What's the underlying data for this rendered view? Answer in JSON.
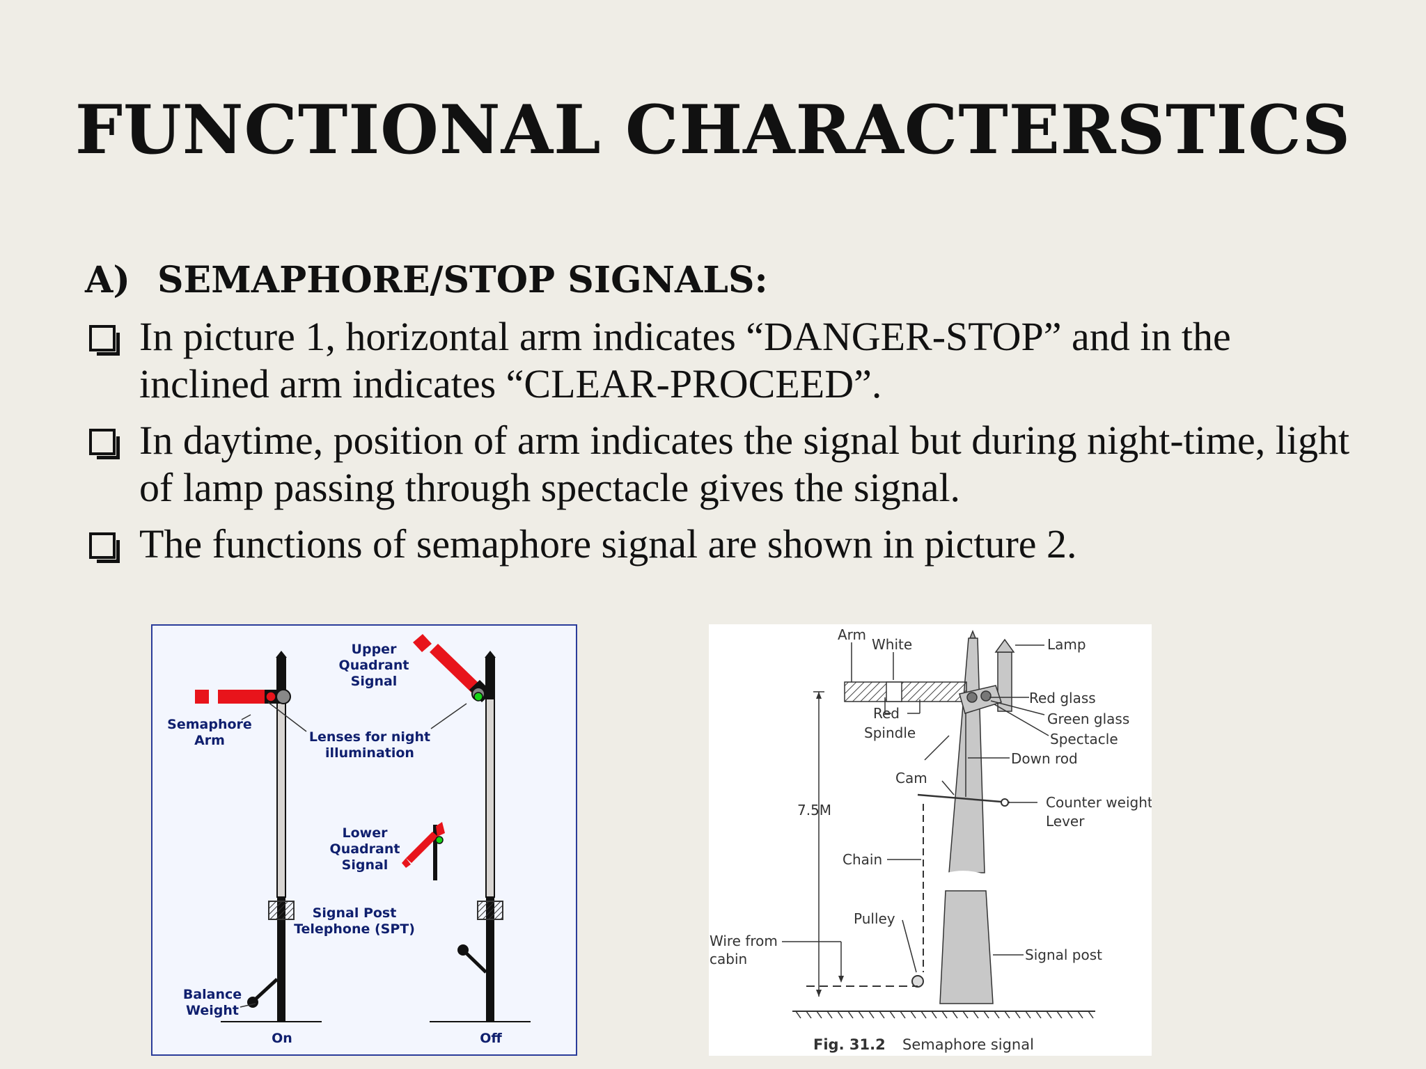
{
  "title": "FUNCTIONAL CHARACTERSTICS",
  "section": {
    "label": "A)",
    "heading": "SEMAPHORE/STOP SIGNALS:"
  },
  "bullets": [
    "In picture 1, horizontal arm indicates “DANGER-STOP” and in the inclined arm indicates “CLEAR-PROCEED”.",
    "In daytime, position of arm indicates the signal but during night-time, light of lamp passing through spectacle gives the signal.",
    "The functions of semaphore signal are shown in picture 2."
  ],
  "picture1": {
    "labels": {
      "upper1": "Upper",
      "upper2": "Quadrant",
      "upper3": "Signal",
      "sem1": "Semaphore",
      "sem2": "Arm",
      "lens1": "Lenses for night",
      "lens2": "illumination",
      "lower1": "Lower",
      "lower2": "Quadrant",
      "lower3": "Signal",
      "spt1": "Signal Post",
      "spt2": "Telephone (SPT)",
      "bal1": "Balance",
      "bal2": "Weight",
      "on": "On",
      "off": "Off"
    },
    "colors": {
      "arm": "#e8141b",
      "post": "#111111",
      "background": "#f3f6fe",
      "text": "#0f1f6e"
    }
  },
  "picture2": {
    "labels": {
      "arm": "Arm",
      "white": "White",
      "lamp": "Lamp",
      "red": "Red",
      "spindle": "Spindle",
      "red_glass": "Red glass",
      "green_glass": "Green glass",
      "spectacle": "Spectacle",
      "down_rod": "Down rod",
      "cam": "Cam",
      "height": "7.5M",
      "counter_weight": "Counter weight",
      "lever": "Lever",
      "chain": "Chain",
      "pulley": "Pulley",
      "wire1": "Wire from",
      "wire2": "cabin",
      "signal_post": "Signal post"
    },
    "caption": {
      "number": "Fig. 31.2",
      "text": "Semaphore signal"
    }
  }
}
